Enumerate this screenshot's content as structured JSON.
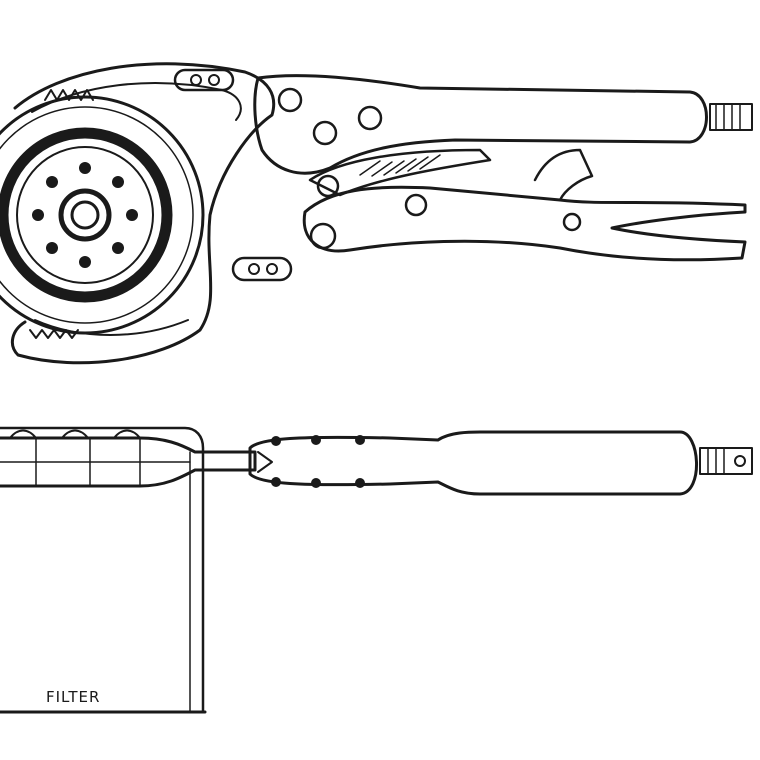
{
  "diagram": {
    "views": [
      "top-view",
      "side-view"
    ],
    "labels": {
      "filter_label": "FILTER"
    },
    "colors": {
      "line": "#1a1a1a",
      "background": "#ffffff"
    }
  }
}
